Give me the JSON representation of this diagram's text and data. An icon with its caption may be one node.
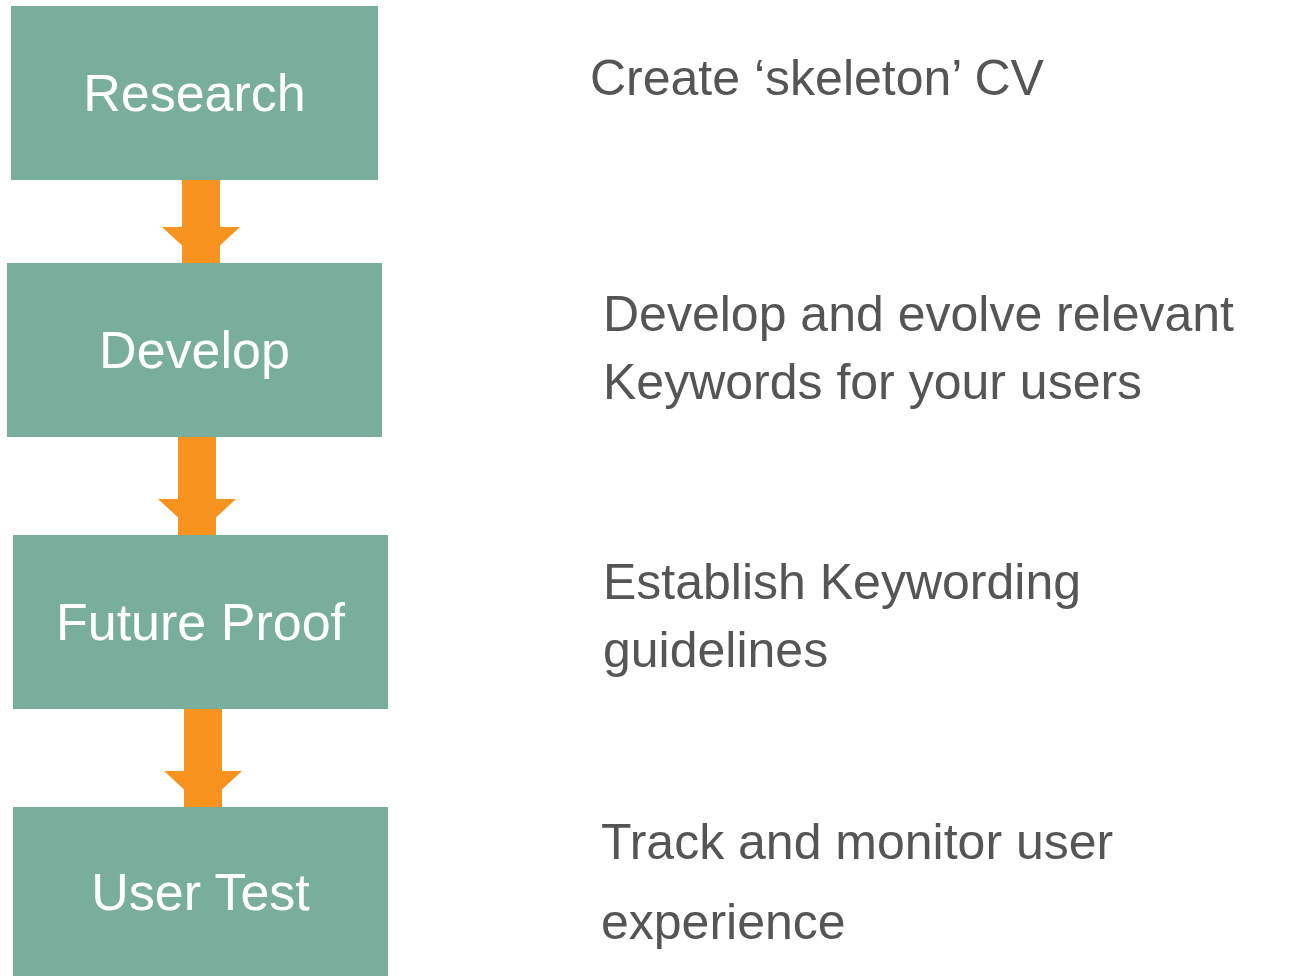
{
  "diagram": {
    "nodes": [
      {
        "text": [
          "Research"
        ]
      },
      {
        "text": [
          "Develop"
        ]
      },
      {
        "text": [
          "Future Proof"
        ]
      },
      {
        "text": [
          "User Test"
        ]
      }
    ],
    "edges": [
      {
        "from": 0,
        "to": 1,
        "arrow": "to"
      },
      {
        "from": 1,
        "to": 2,
        "arrow": "to"
      },
      {
        "from": 2,
        "to": 3,
        "arrow": "to"
      }
    ],
    "labels": [
      "Create ‘skeleton’ CV",
      "Develop and evolve relevant Keywords for your users",
      "Establish Keywording guidelines",
      "Track and monitor user experience"
    ]
  }
}
